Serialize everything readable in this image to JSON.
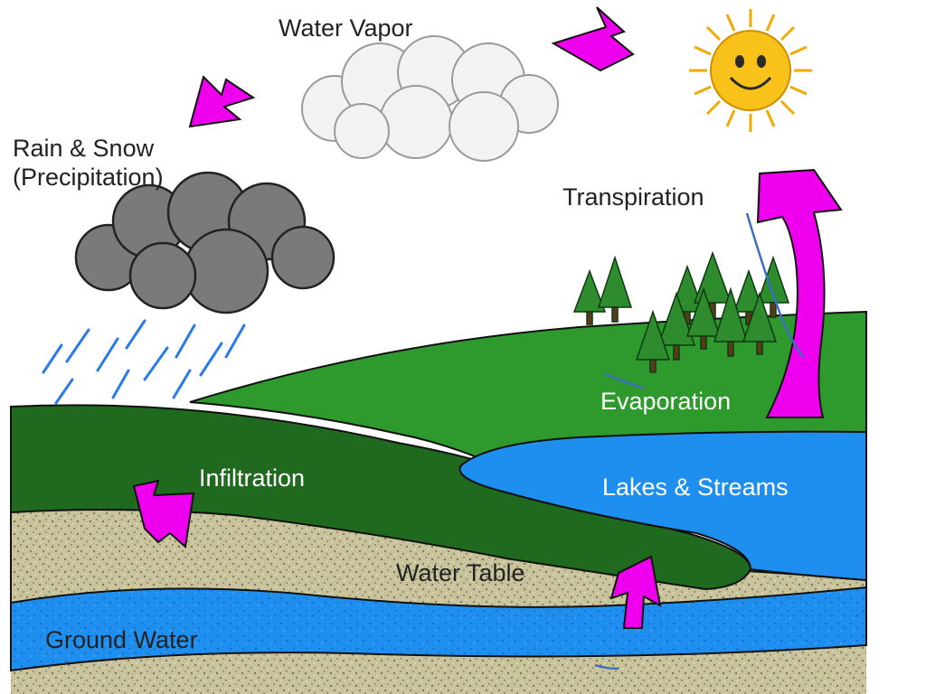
{
  "labels": {
    "water_vapor": "Water Vapor",
    "rain_snow_line1": "Rain & Snow",
    "rain_snow_line2": "(Precipitation)",
    "transpiration": "Transpiration",
    "evaporation": "Evaporation",
    "infiltration": "Infiltration",
    "lakes_streams": "Lakes & Streams",
    "water_table": "Water Table",
    "ground_water": "Ground Water"
  },
  "colors": {
    "arrow": "#ee00ee",
    "sun": "#f8c21a",
    "hill_light": "#2e9a2e",
    "hill_dark": "#1f6a1f",
    "water": "#1e8fef",
    "soil": "#c8c39a",
    "cloud_light": "#f2f2f2",
    "cloud_dark": "#7a7a7a",
    "rain": "#2a7bea"
  },
  "icons": {
    "sun": "smiling-sun-icon",
    "rain_cloud": "storm-cloud-icon",
    "vapor_cloud": "cloud-icon",
    "tree": "pine-tree-icon",
    "arrow": "curved-arrow-icon"
  }
}
